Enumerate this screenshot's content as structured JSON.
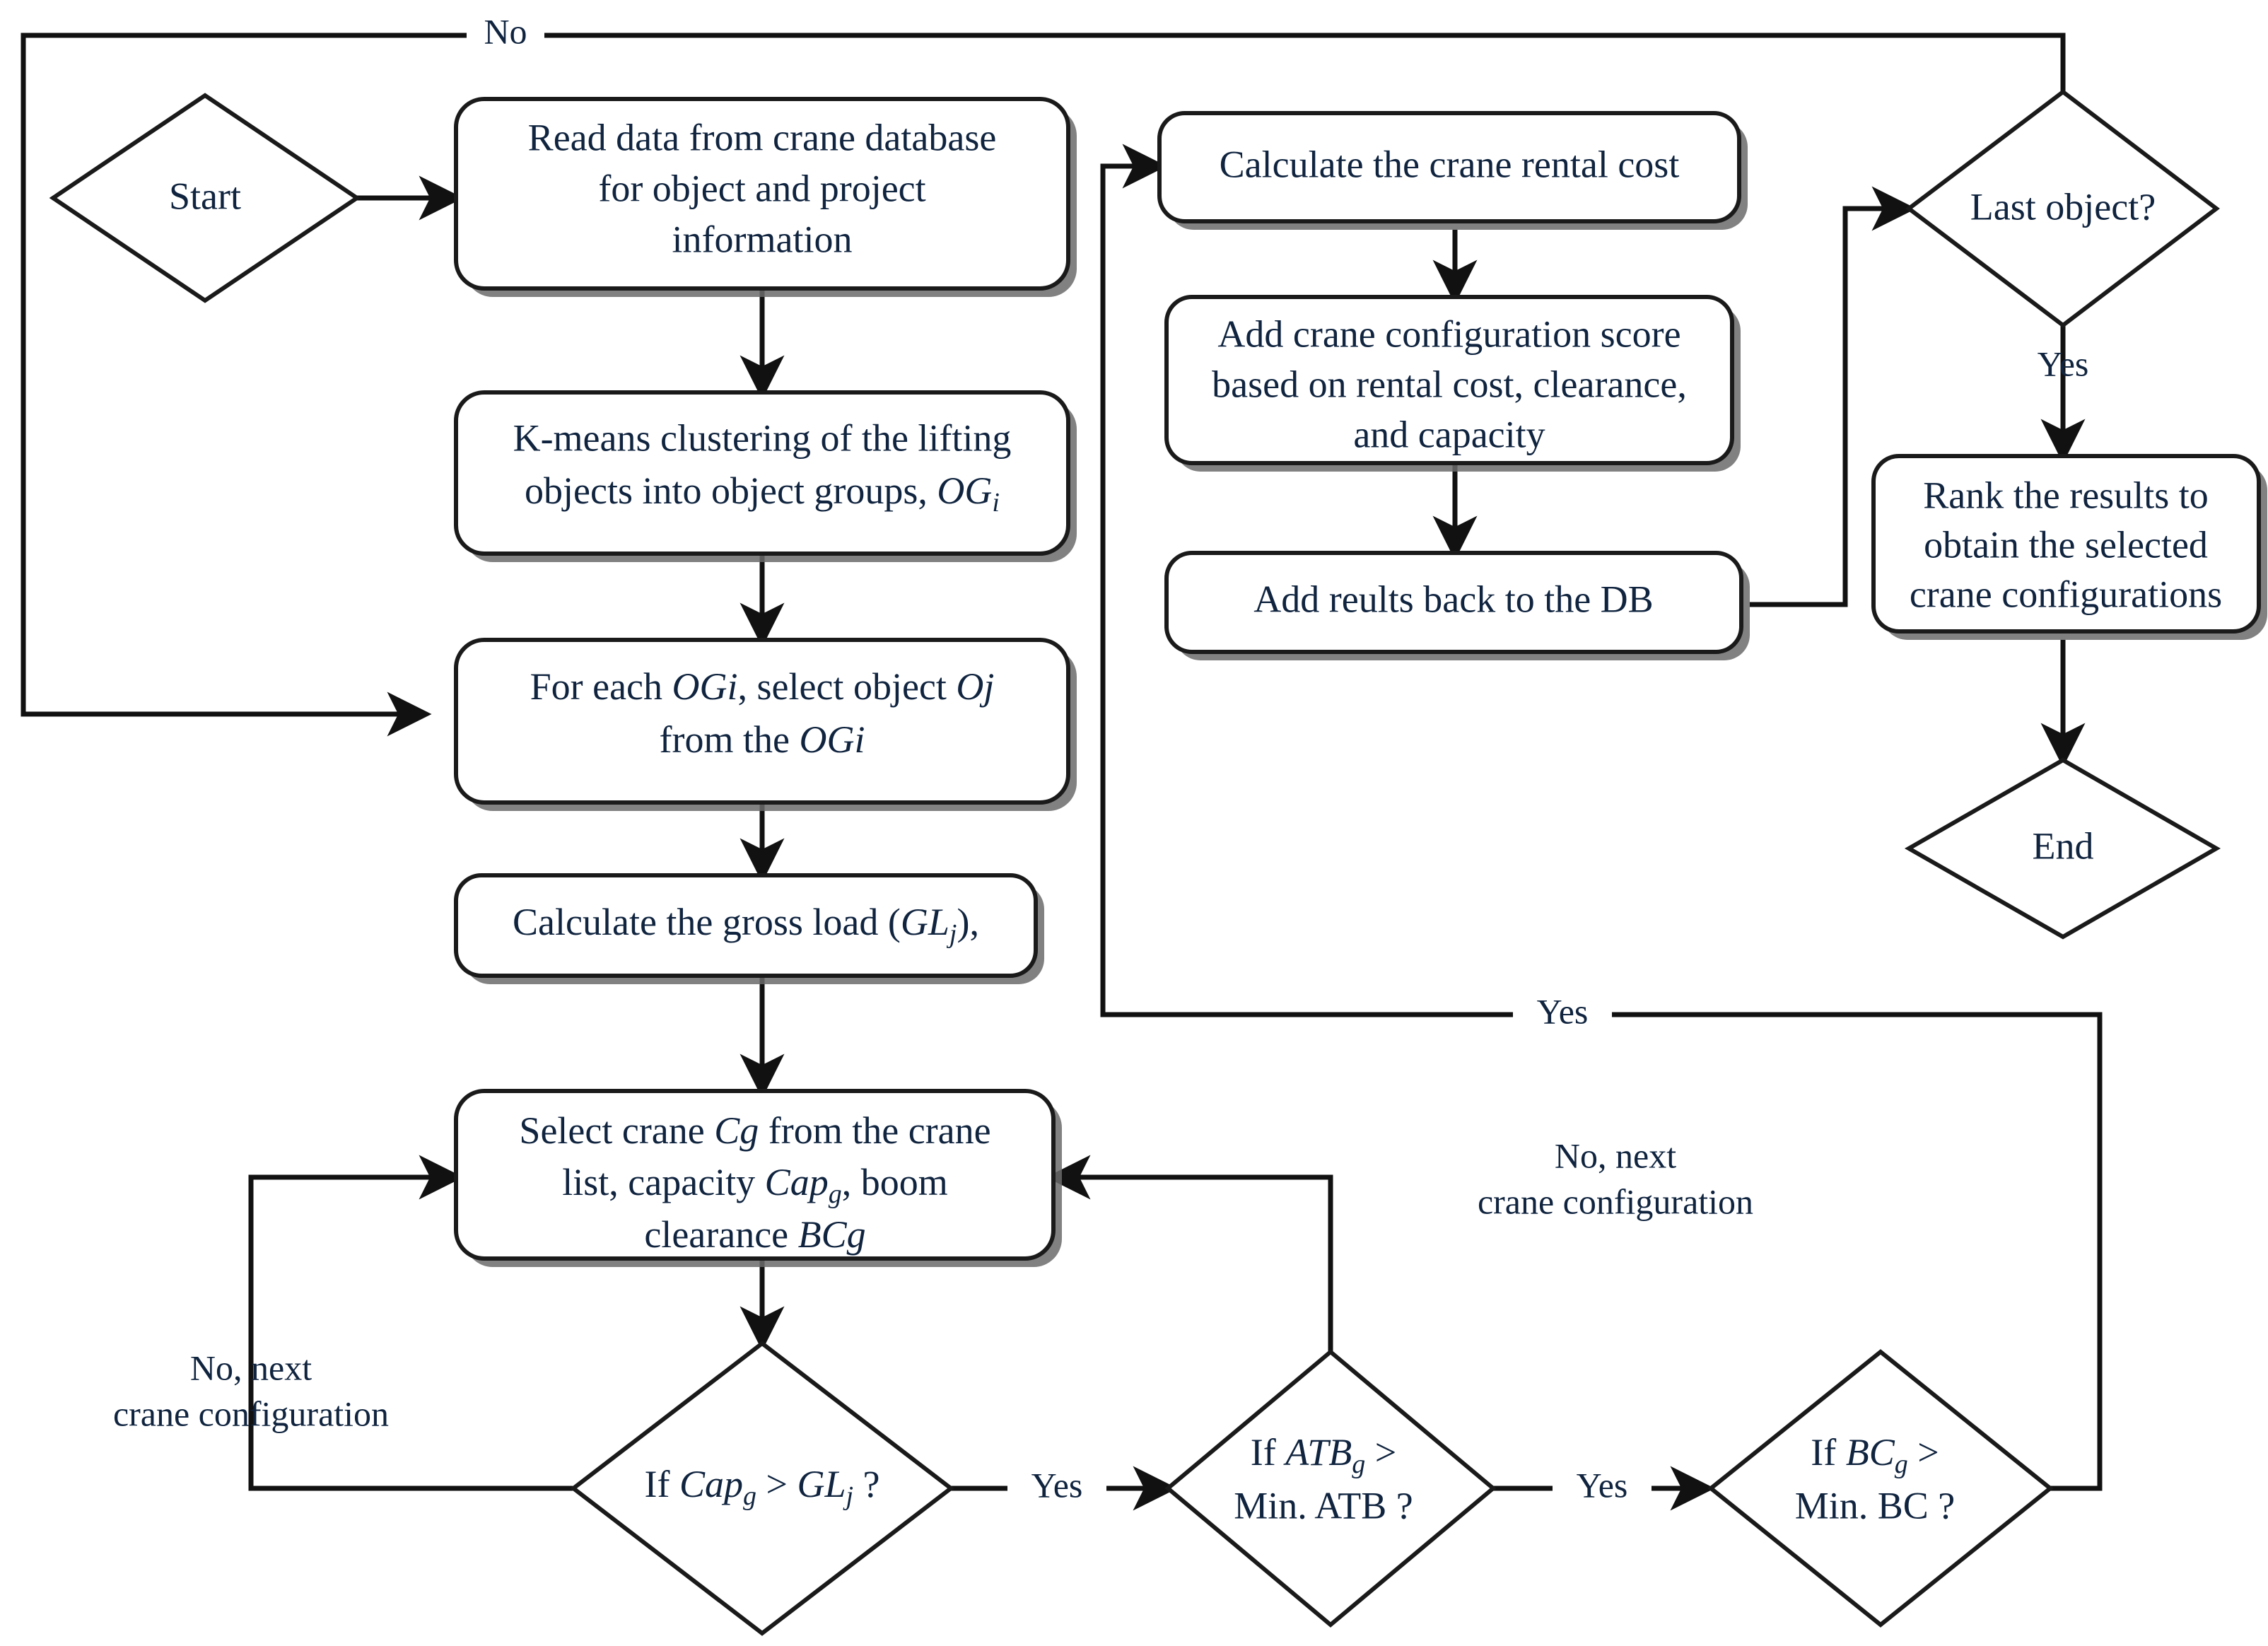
{
  "diagram": {
    "title": "Crane configuration selection flowchart",
    "background_color": "#ffffff",
    "line_color": "#111111",
    "text_color": "#10243f"
  },
  "nodes": {
    "start": {
      "shape": "diamond",
      "label": "Start"
    },
    "read_data": {
      "shape": "process",
      "lines": [
        "Read data from crane database",
        "for object and project",
        "information"
      ]
    },
    "kmeans": {
      "shape": "process",
      "line1": "K-means clustering of the lifting",
      "line2_pre": "objects into object groups, ",
      "line2_var": "OG",
      "line2_sub": "i"
    },
    "for_each": {
      "shape": "process",
      "l1_a": "For each ",
      "l1_v1": "OGi",
      "l1_b": ", select object ",
      "l1_v2": "Oj",
      "l2_a": "from the ",
      "l2_v": "OGi"
    },
    "gross_load": {
      "shape": "process",
      "a": "Calculate the gross load (",
      "v": "GL",
      "sub": "j",
      "b": "),"
    },
    "select_crane": {
      "shape": "process",
      "l1_a": "Select crane ",
      "l1_v": "Cg",
      "l1_b": " from the crane",
      "l2_a": "list, capacity ",
      "l2_v": "Cap",
      "l2_sub": "g",
      "l2_b": ", boom",
      "l3_a": "clearance ",
      "l3_v": "BCg"
    },
    "if_cap": {
      "shape": "diamond",
      "a": "If ",
      "v1": "Cap",
      "sub1": "g",
      "b": " > ",
      "v2": "GL",
      "sub2": "j",
      "c": " ?"
    },
    "if_atb": {
      "shape": "diamond",
      "l1_a": "If ",
      "l1_v": "ATB",
      "l1_sub": "g",
      "l1_b": " >",
      "l2": "Min. ATB ?"
    },
    "if_bc": {
      "shape": "diamond",
      "l1_a": "If ",
      "l1_v": "BC",
      "l1_sub": "g",
      "l1_b": " >",
      "l2": "Min. BC ?"
    },
    "rental_cost": {
      "shape": "process",
      "label": "Calculate the crane rental cost"
    },
    "config_score": {
      "shape": "process",
      "lines": [
        "Add crane configuration score",
        "based on rental cost, clearance,",
        "and capacity"
      ]
    },
    "add_db": {
      "shape": "process",
      "label": "Add reults back to the DB"
    },
    "last_object": {
      "shape": "diamond",
      "label": "Last object?"
    },
    "rank": {
      "shape": "process",
      "lines": [
        "Rank the results to",
        "obtain the selected",
        "crane configurations"
      ]
    },
    "end": {
      "shape": "diamond",
      "label": "End"
    }
  },
  "edge_labels": {
    "no_top": "No",
    "yes_last_object": "Yes",
    "yes_mid": "Yes",
    "yes_cap": "Yes",
    "yes_atb": "Yes",
    "no_next_left_l1": "No, next",
    "no_next_left_l2": "crane configuration",
    "no_next_right_l1": "No, next",
    "no_next_right_l2": "crane configuration"
  }
}
